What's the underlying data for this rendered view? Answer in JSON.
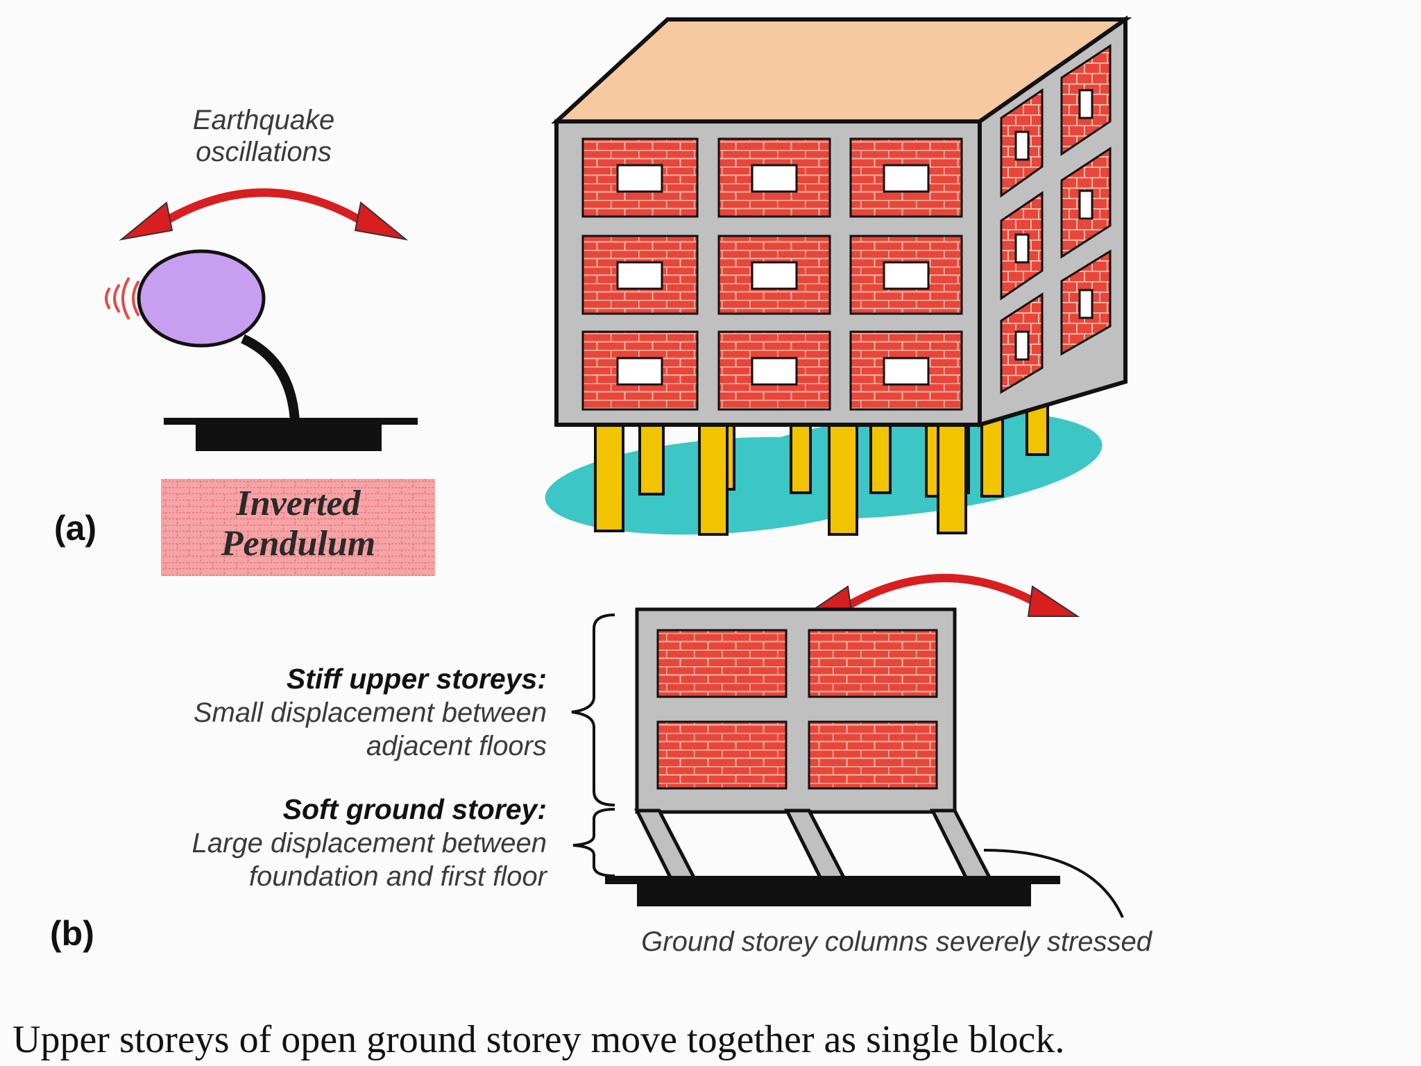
{
  "labels": {
    "earthquake_line1": "Earthquake",
    "earthquake_line2": "oscillations",
    "part_a": "(a)",
    "part_b": "(b)",
    "pendulum_line1": "Inverted",
    "pendulum_line2": "Pendulum",
    "stiff_title": "Stiff upper storeys:",
    "stiff_line1": "Small displacement between",
    "stiff_line2": "adjacent floors",
    "soft_title": "Soft  ground storey:",
    "soft_line1": "Large displacement between",
    "soft_line2": "foundation and first floor",
    "ground_columns": "Ground storey columns severely stressed"
  },
  "caption": "Upper storeys of open ground storey move together as single block.",
  "colors": {
    "brick": "#e8463a",
    "mortar": "#f3b8a8",
    "frame": "#c0c0c0",
    "roof": "#f7c9a0",
    "ground": "#3cc6c6",
    "column": "#f2c400",
    "arrow": "#d81e1e",
    "pendulum_mass": "#c79ff0",
    "pendulum_label_bg": "#f7a4a6"
  }
}
